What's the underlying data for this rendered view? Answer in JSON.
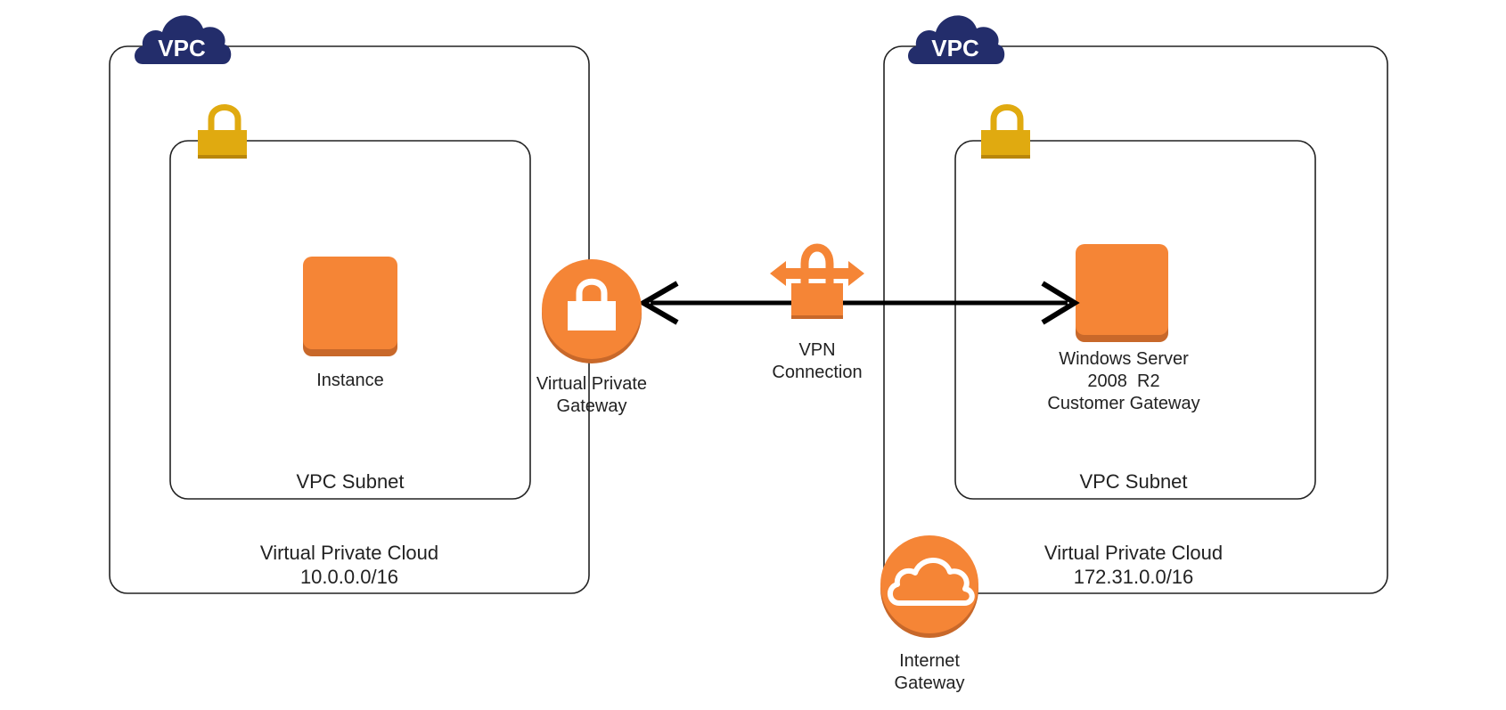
{
  "colors": {
    "aws_orange": "#F58536",
    "aws_orange_dark": "#C8682A",
    "lock_gold": "#E0AA10",
    "lock_gold_dark": "#B8860B",
    "vpc_navy": "#232D6B",
    "border": "#222222",
    "arrow": "#000000"
  },
  "left_vpc": {
    "badge": "VPC",
    "subnet_label": "VPC Subnet",
    "instance_label": "Instance",
    "cloud_label": "Virtual Private Cloud",
    "cidr": "10.0.0.0/16"
  },
  "virtual_private_gateway": {
    "label_line1": "Virtual Private",
    "label_line2": "Gateway",
    "icon": "lock-icon"
  },
  "vpn_connection": {
    "label_line1": "VPN",
    "label_line2": "Connection",
    "icon": "vpn-lock-icon"
  },
  "right_vpc": {
    "badge": "VPC",
    "subnet_label": "VPC Subnet",
    "instance_label_line1": "Windows Server",
    "instance_label_line2": "2008  R2",
    "instance_label_line3": "Customer Gateway",
    "cloud_label": "Virtual Private Cloud",
    "cidr": "172.31.0.0/16"
  },
  "internet_gateway": {
    "label_line1": "Internet",
    "label_line2": "Gateway",
    "icon": "cloud-icon"
  }
}
